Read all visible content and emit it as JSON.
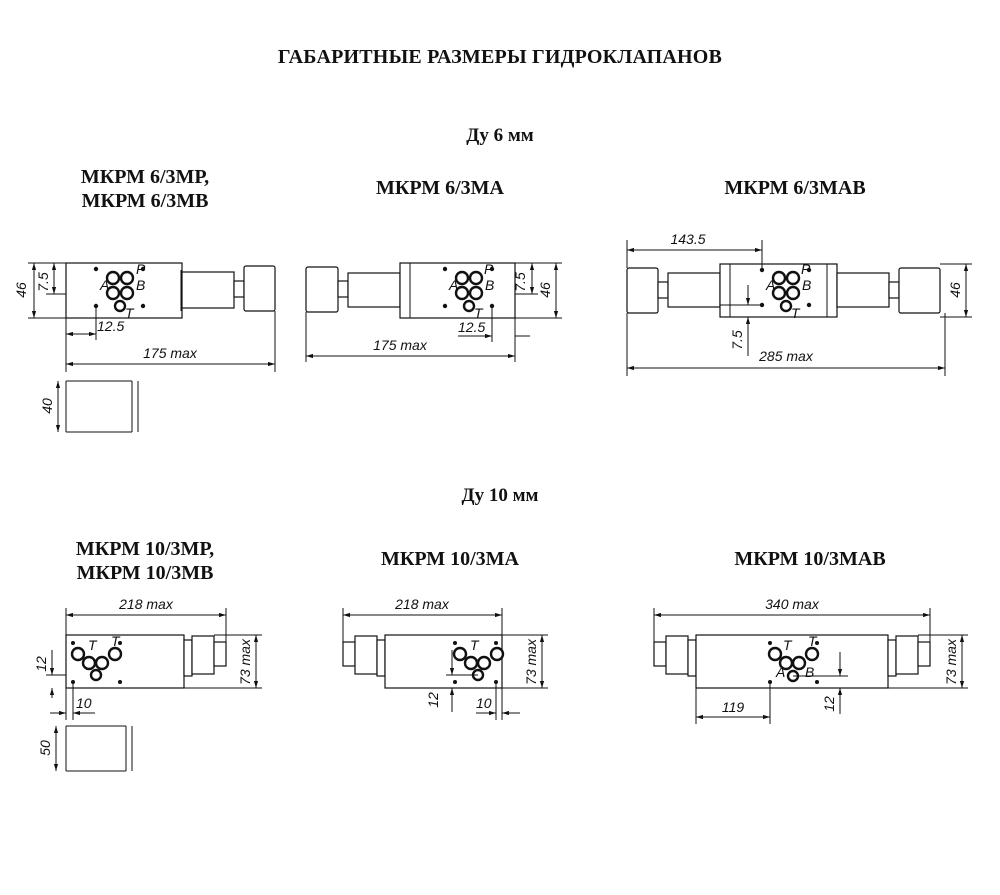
{
  "title": "ГАБАРИТНЫЕ РАЗМЕРЫ ГИДРОКЛАПАНОВ",
  "sections": {
    "du6": "Ду 6 мм",
    "du10": "Ду 10 мм"
  },
  "models": {
    "m6_mp_line1": "МКРМ 6/3МР,",
    "m6_mp_line2": "МКРМ 6/3МВ",
    "m6_ma": "МКРМ 6/3МА",
    "m6_mab": "МКРМ 6/3МАВ",
    "m10_mp_line1": "МКРМ 10/3МР,",
    "m10_mp_line2": "МКРМ 10/3МВ",
    "m10_ma": "МКРМ 10/3МА",
    "m10_mab": "МКРМ 10/3МАВ"
  },
  "ports": {
    "p": "P",
    "a": "A",
    "b": "B",
    "t": "T"
  },
  "dims": {
    "d46": "46",
    "d7_5": "7.5",
    "d12_5": "12.5",
    "d175max": "175 max",
    "d40": "40",
    "d143_5": "143.5",
    "d285max": "285 max",
    "d218max": "218 max",
    "d73max": "73 max",
    "d12": "12",
    "d10": "10",
    "d50": "50",
    "d340max": "340 max",
    "d119": "119"
  }
}
